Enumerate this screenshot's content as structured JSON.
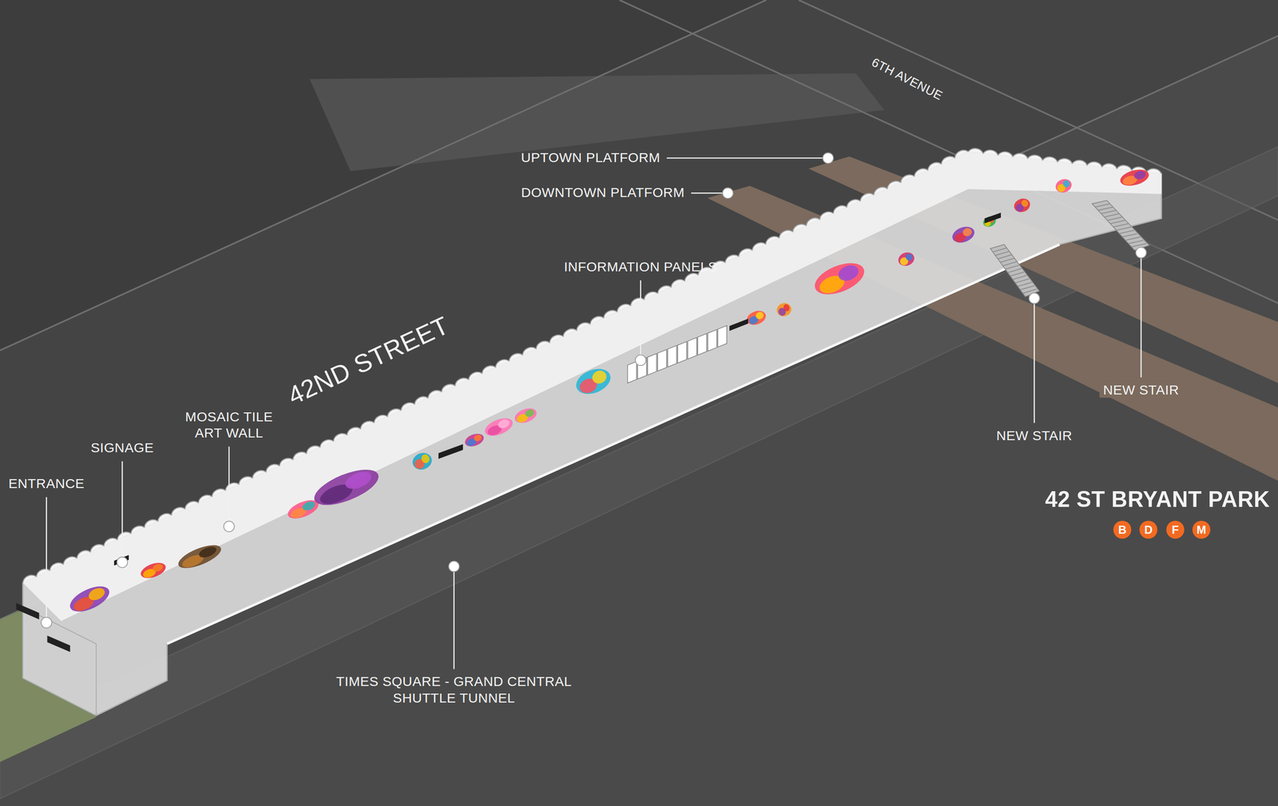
{
  "diagram": {
    "title": "42 ST BRYANT PARK",
    "nodes": [
      {
        "text": [
          "B"
        ]
      },
      {
        "text": [
          "D"
        ]
      },
      {
        "text": [
          "F"
        ]
      },
      {
        "text": [
          "M"
        ]
      }
    ],
    "labels": [
      "6TH AVENUE",
      "UPTOWN PLATFORM",
      "DOWNTOWN PLATFORM",
      "INFORMATION PANELS",
      "42ND STREET",
      "MOSAIC TILE ART WALL",
      "SIGNAGE",
      "ENTRANCE",
      "NEW STAIR",
      "NEW STAIR",
      "TIMES SQUARE - GRAND CENTRAL SHUTTLE TUNNEL"
    ]
  }
}
